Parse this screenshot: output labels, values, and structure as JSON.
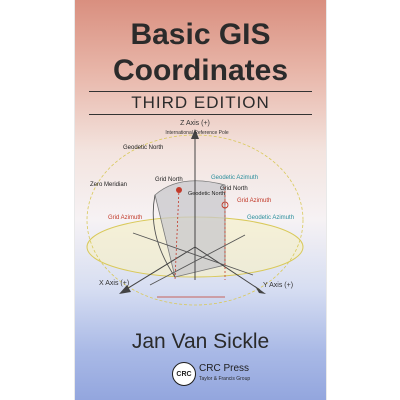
{
  "cover": {
    "title_line1": "Basic GIS",
    "title_line2": "Coordinates",
    "edition": "THIRD EDITION",
    "author": "Jan Van Sickle"
  },
  "diagram": {
    "z_axis": "Z Axis (+)",
    "reference_pole": "International Reference Pole",
    "geodetic_north_top": "Geodetic North",
    "zero_meridian": "Zero Meridian",
    "grid_north_left": "Grid North",
    "geodetic_north_center": "Geodetic North",
    "geodetic_azimuth_top": "Geodetic Azimuth",
    "grid_north_right": "Grid North",
    "grid_azimuth_right": "Grid Azimuth",
    "grid_azimuth_left": "Grid Azimuth",
    "geodetic_azimuth_right": "Geodetic Azimuth",
    "x_axis": "X Axis (+)",
    "y_axis": "Y Axis (+)"
  },
  "publisher": {
    "logo_text": "CRC",
    "name": "CRC Press",
    "sub": "Taylor & Francis Group"
  },
  "colors": {
    "azimuth_teal": "#2a8e9c",
    "azimuth_red": "#c23a2a",
    "gradient_top": "#d98f7f",
    "gradient_bottom": "#93a6de"
  }
}
